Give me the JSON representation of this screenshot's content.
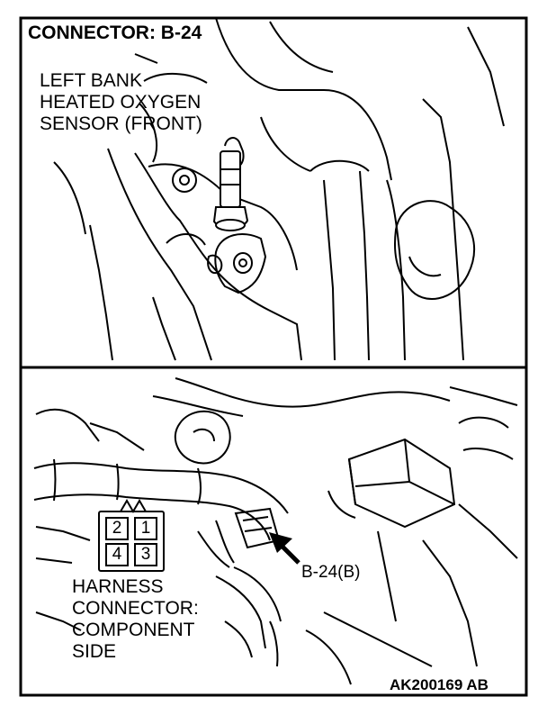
{
  "title": "CONNECTOR: B-24",
  "sensor_label": [
    "LEFT BANK",
    "HEATED OXYGEN",
    "SENSOR (FRONT)"
  ],
  "connector_callout": "B-24(B)",
  "harness_label": [
    "HARNESS",
    "CONNECTOR:",
    "COMPONENT",
    "SIDE"
  ],
  "connector_pins": [
    "2",
    "1",
    "4",
    "3"
  ],
  "figure_id": "AK200169 AB",
  "colors": {
    "line": "#000000",
    "background": "#ffffff"
  }
}
